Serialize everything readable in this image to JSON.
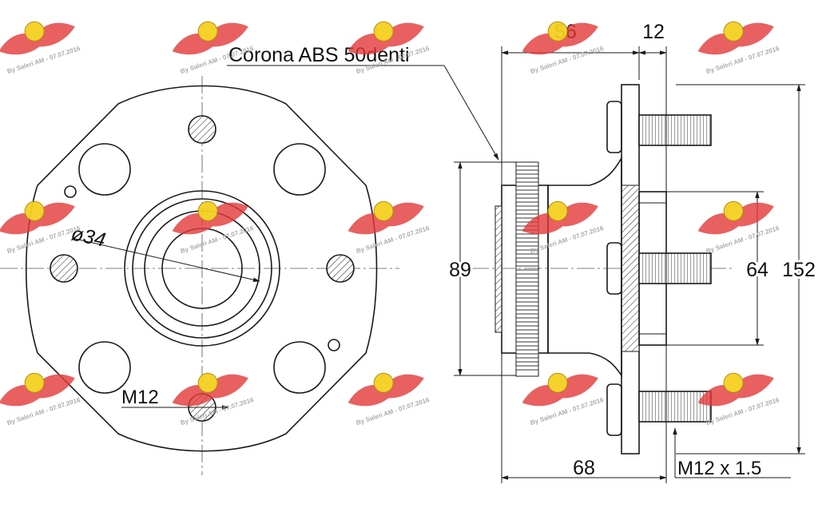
{
  "callouts": {
    "abs_ring": "Corona ABS 50denti",
    "bore_diameter": "ø34",
    "stud_thread_front": "M12",
    "stud_thread_side": "M12 x 1.5"
  },
  "dimensions": {
    "overall_depth_top": "56",
    "flange_thickness": "12",
    "abs_ring_diameter": "89",
    "pilot_diameter": "64",
    "flange_diameter": "152",
    "overall_length": "68"
  },
  "watermark": {
    "text": "By Saleri AM - 07.07.2016",
    "emblem_color": "#e23a3a",
    "badge_color": "#f4d020"
  }
}
